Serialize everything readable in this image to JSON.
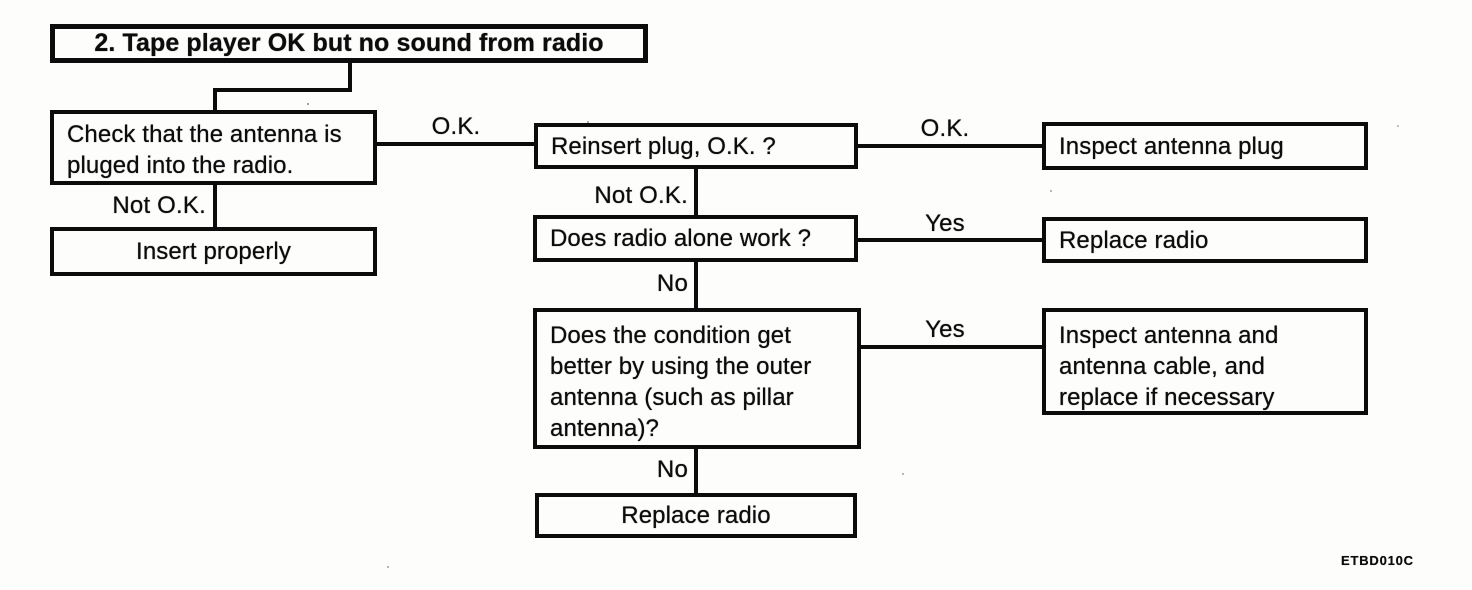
{
  "figure": {
    "code": "ETBD010C"
  },
  "colors": {
    "ink": "#0c0c0c",
    "paper": "#fdfdfc"
  },
  "flowchart": {
    "title": "2. Tape player OK but no sound from radio",
    "nodes": {
      "check_antenna": "Check that the antenna is\npluged into the radio.",
      "insert_properly": "Insert properly",
      "reinsert_plug": "Reinsert plug, O.K. ?",
      "inspect_plug": "Inspect antenna plug",
      "radio_alone": "Does radio alone work ?",
      "replace_radio_1": "Replace radio",
      "condition_outer": "Does the condition get\nbetter by using the outer\nantenna (such as pillar\nantenna)?",
      "inspect_cable": "Inspect antenna and\nantenna cable, and\nreplace if necessary",
      "replace_radio_2": "Replace radio"
    },
    "edge_labels": {
      "ok_1": "O.K.",
      "ok_2": "O.K.",
      "not_ok_1": "Not O.K.",
      "not_ok_2": "Not O.K.",
      "yes_1": "Yes",
      "yes_2": "Yes",
      "no_1": "No",
      "no_2": "No"
    }
  }
}
